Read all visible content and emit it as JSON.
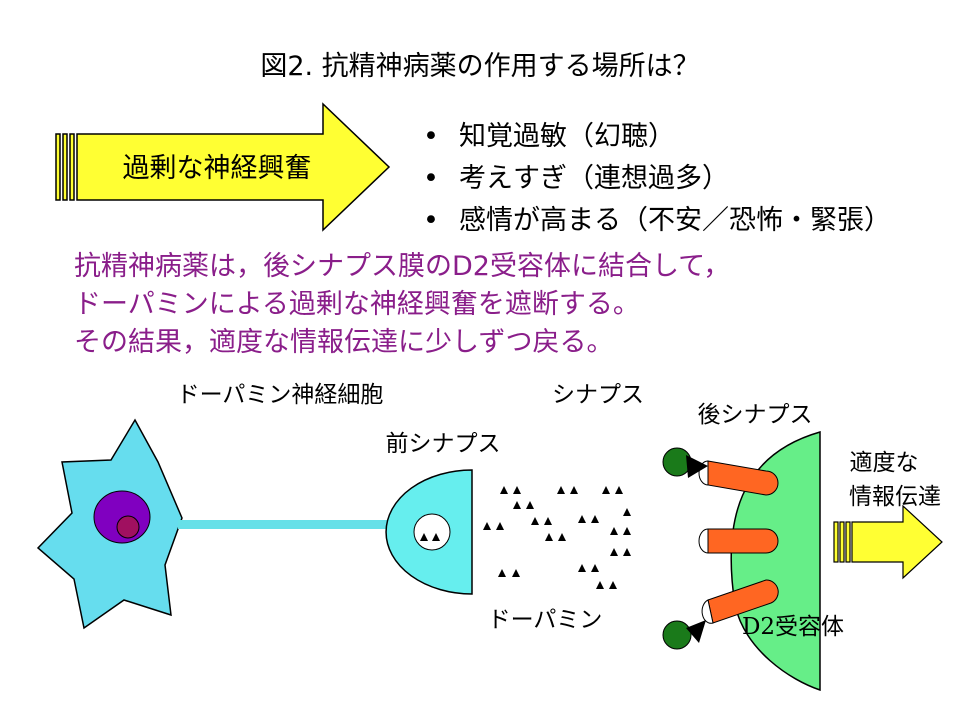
{
  "title": "図2. 抗精神病薬の作用する場所は？",
  "excitation_arrow": {
    "label": "過剰な神経興奮"
  },
  "symptoms": [
    "知覚過敏（幻聴）",
    "考えすぎ（連想過多）",
    "感情が高まる（不安／恐怖・緊張）"
  ],
  "summary_lines": [
    "抗精神病薬は，後シナプス膜のD2受容体に結合して，",
    "ドーパミンによる過剰な神経興奮を遮断する。",
    "その結果，適度な情報伝達に少しずつ戻る。"
  ],
  "labels": {
    "neuron": "ドーパミン神経細胞",
    "synapse": "シナプス",
    "presynapse": "前シナプス",
    "postsynapse": "後シナプス",
    "dopamine": "ドーパミン",
    "receptor": "D2受容体",
    "output_line1": "適度な",
    "output_line2": "情報伝達"
  },
  "colors": {
    "arrow_fill": "#ffff33",
    "summary_text": "#8a1e8a",
    "cell_body": "#66ddee",
    "nucleus": "#8000c0",
    "nucleolus": "#a01060",
    "axon": "#66e0e8",
    "presynapse": "#66eeee",
    "postsynapse": "#66ee88",
    "receptor": "#ff6622",
    "drug": "#1a7a1a"
  }
}
